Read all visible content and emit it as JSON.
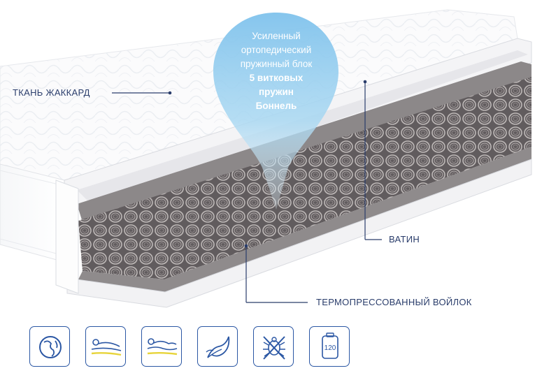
{
  "bubble": {
    "line1": "Усиленный",
    "line2": "ортопедический",
    "line3": "пружинный блок",
    "line4": "5 витковых",
    "line5": "пружин",
    "line6": "Боннель"
  },
  "labels": {
    "fabric": "ТКАНЬ ЖАККАРД",
    "batting": "ВАТИН",
    "felt": "ТЕРМОПРЕССОВАННЫЙ ВОЙЛОК"
  },
  "icons": [
    {
      "name": "globe-leaf-icon"
    },
    {
      "name": "body-support-icon"
    },
    {
      "name": "ergonomic-support-icon"
    },
    {
      "name": "natural-leaf-icon"
    },
    {
      "name": "no-mites-icon"
    },
    {
      "name": "max-load-icon",
      "text": "120"
    }
  ],
  "colors": {
    "accent": "#2b57a4",
    "label": "#2a3d6b",
    "bubble": "#8fc8ea"
  }
}
